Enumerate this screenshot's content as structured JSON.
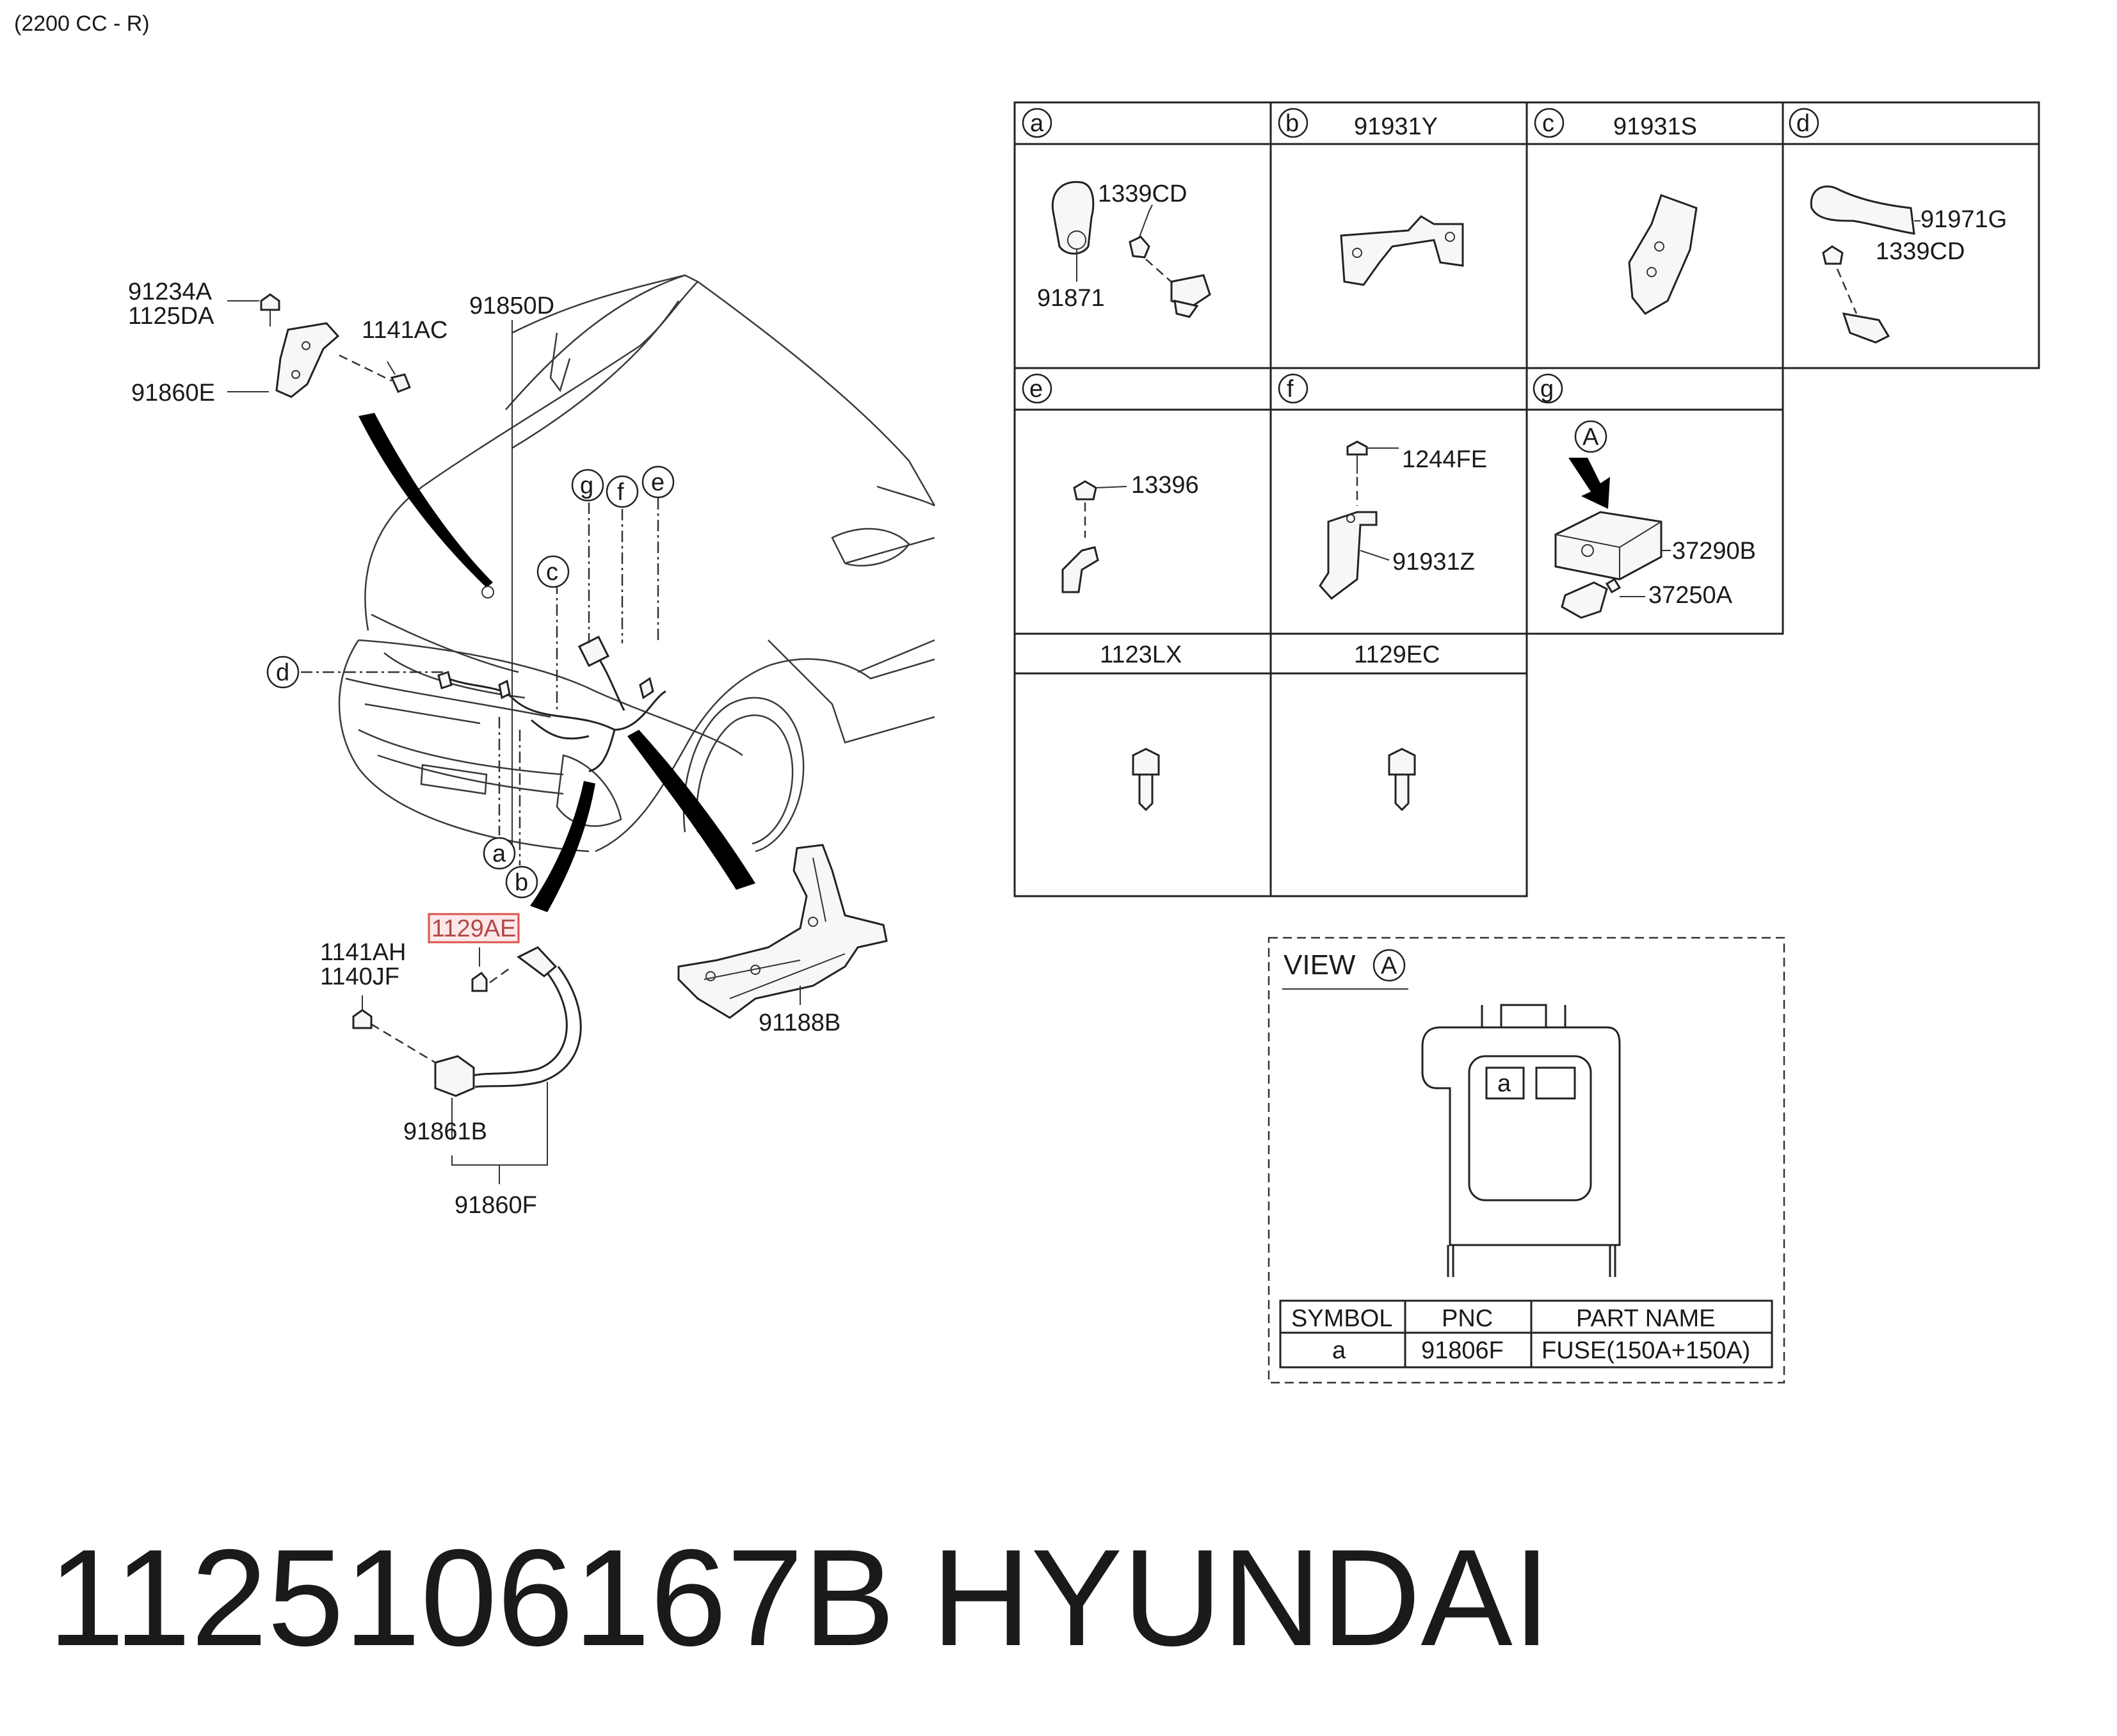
{
  "header": {
    "variant": "(2200 CC - R)"
  },
  "footer": {
    "part_number": "1125106167B",
    "brand": "HYUNDAI"
  },
  "main_labels": {
    "bolt_top_a": "91234A",
    "bolt_top_b": "1125DA",
    "bolt_1141ac": "1141AC",
    "bracket_91860e": "91860E",
    "harness_91850d": "91850D",
    "highlight_1129ae": "1129AE",
    "bolt_1141ah": "1141AH",
    "bolt_1140jf": "1140JF",
    "cable_91861b": "91861B",
    "cable_91860f": "91860F",
    "bracket_91188b": "91188B"
  },
  "callouts": {
    "a": "a",
    "b": "b",
    "c": "c",
    "d": "d",
    "e": "e",
    "f": "f",
    "g": "g"
  },
  "detail_grid": {
    "a": {
      "letter": "a",
      "pnc": "",
      "labels": [
        "1339CD",
        "91871"
      ]
    },
    "b": {
      "letter": "b",
      "pnc": "91931Y",
      "labels": []
    },
    "c": {
      "letter": "c",
      "pnc": "91931S",
      "labels": []
    },
    "d": {
      "letter": "d",
      "pnc": "",
      "labels": [
        "91971G",
        "1339CD"
      ]
    },
    "e": {
      "letter": "e",
      "pnc": "",
      "labels": [
        "13396"
      ]
    },
    "f": {
      "letter": "f",
      "pnc": "",
      "labels": [
        "1244FE",
        "91931Z"
      ]
    },
    "g": {
      "letter": "g",
      "pnc": "",
      "marker": "A",
      "labels": [
        "37290B",
        "37250A"
      ]
    },
    "lx": {
      "pnc": "1123LX"
    },
    "ec": {
      "pnc": "1129EC"
    }
  },
  "view_a": {
    "title": "VIEW",
    "marker": "A",
    "slot_label": "a",
    "table": {
      "headers": [
        "SYMBOL",
        "PNC",
        "PART NAME"
      ],
      "rows": [
        [
          "a",
          "91806F",
          "FUSE(150A+150A)"
        ]
      ]
    }
  }
}
